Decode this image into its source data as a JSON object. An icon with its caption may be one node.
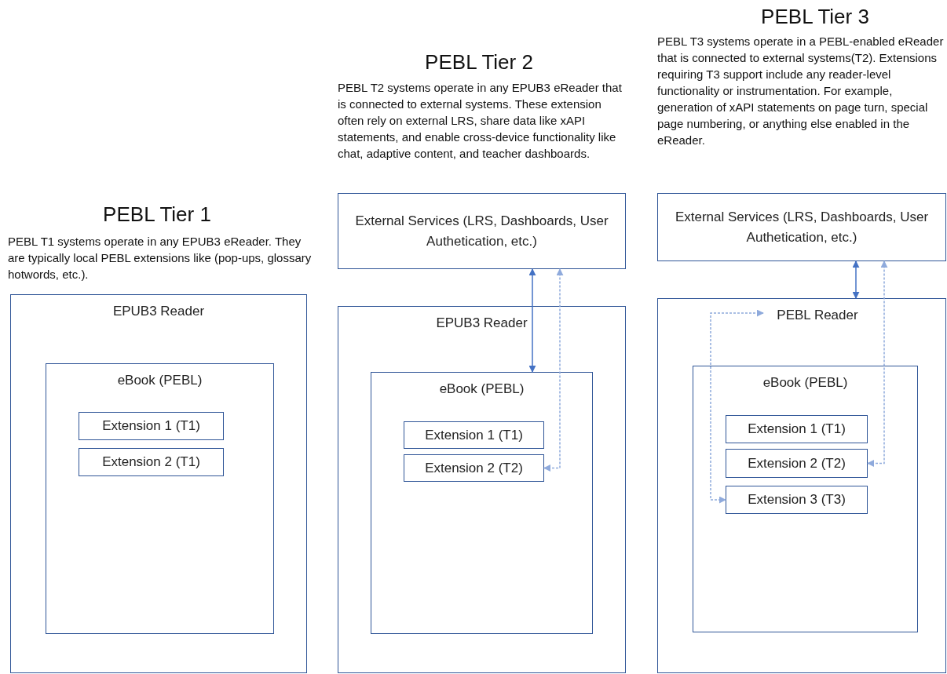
{
  "diagram": {
    "nodes": [
      {
        "text": [
          "EPUB3 Reader"
        ]
      },
      {
        "text": [
          "eBook (PEBL)"
        ],
        "in": 0
      },
      {
        "text": [
          "Extension 1 (T1)"
        ],
        "in": 1
      },
      {
        "text": [
          "Extension 2 (T1)"
        ],
        "in": 1
      },
      {
        "text": [
          "External Services (LRS, Dashboards, User Authetication, etc.)"
        ]
      },
      {
        "text": [
          "EPUB3 Reader"
        ]
      },
      {
        "text": [
          "eBook (PEBL)"
        ],
        "in": 5
      },
      {
        "text": [
          "Extension 1 (T1)"
        ],
        "in": 6
      },
      {
        "text": [
          "Extension 2 (T2)"
        ],
        "in": 6
      },
      {
        "text": [
          "External Services (LRS, Dashboards, User Authetication, etc.)"
        ]
      },
      {
        "text": [
          "PEBL Reader"
        ]
      },
      {
        "text": [
          "eBook (PEBL)"
        ],
        "in": 10
      },
      {
        "text": [
          "Extension 1 (T1)"
        ],
        "in": 11
      },
      {
        "text": [
          "Extension 2 (T2)"
        ],
        "in": 11
      },
      {
        "text": [
          "Extension 3 (T3)"
        ],
        "in": 11
      }
    ],
    "edges": [
      {
        "from": 4,
        "to": 6,
        "arrow": "both"
      },
      {
        "from": 8,
        "to": 4,
        "arrow": "both",
        "style": "dashed",
        "color": "#8faadc"
      },
      {
        "from": 9,
        "to": 10,
        "arrow": "both"
      },
      {
        "from": 13,
        "to": 9,
        "arrow": "both",
        "style": "dashed",
        "color": "#8faadc"
      },
      {
        "from": 10,
        "to": 14,
        "arrow": "both",
        "style": "dashed",
        "color": "#8faadc"
      }
    ],
    "labels": [
      "PEBL Tier 1",
      "PEBL T1 systems operate in any EPUB3 eReader. They are typically local PEBL extensions like (pop-ups, glossary hotwords, etc.).",
      "PEBL Tier 2",
      "PEBL T2 systems operate in any EPUB3 eReader that is connected to external systems. These extension often rely on external LRS, share data like xAPI statements, and enable cross-device functionality like chat, adaptive content, and teacher dashboards.",
      "PEBL Tier 3",
      "PEBL T3 systems operate in a PEBL-enabled eReader that is connected to external systems(T2). Extensions requiring T3 support include any reader-level functionality or instrumentation. For example, generation of xAPI statements on page turn, special page numbering, or anything else enabled in the eReader."
    ]
  }
}
